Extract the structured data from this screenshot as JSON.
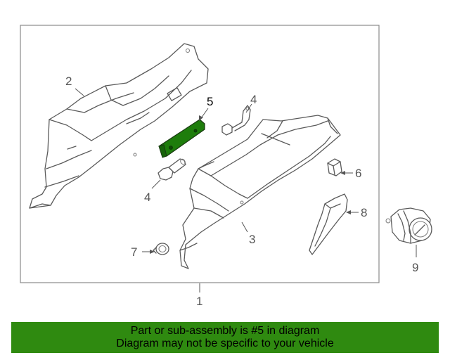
{
  "diagram": {
    "callouts": {
      "c1": "1",
      "c2": "2",
      "c3": "3",
      "c4a": "4",
      "c4b": "4",
      "c5": "5",
      "c6": "6",
      "c7": "7",
      "c8": "8",
      "c9": "9"
    },
    "highlight_part": "5"
  },
  "banner": {
    "line1": "Part or sub-assembly is #5 in diagram",
    "line2": "Diagram may not be specific to your vehicle"
  },
  "colors": {
    "highlight": "#1e7d0c",
    "banner_bg": "#2f8a10",
    "line": "#5a5a5a"
  }
}
